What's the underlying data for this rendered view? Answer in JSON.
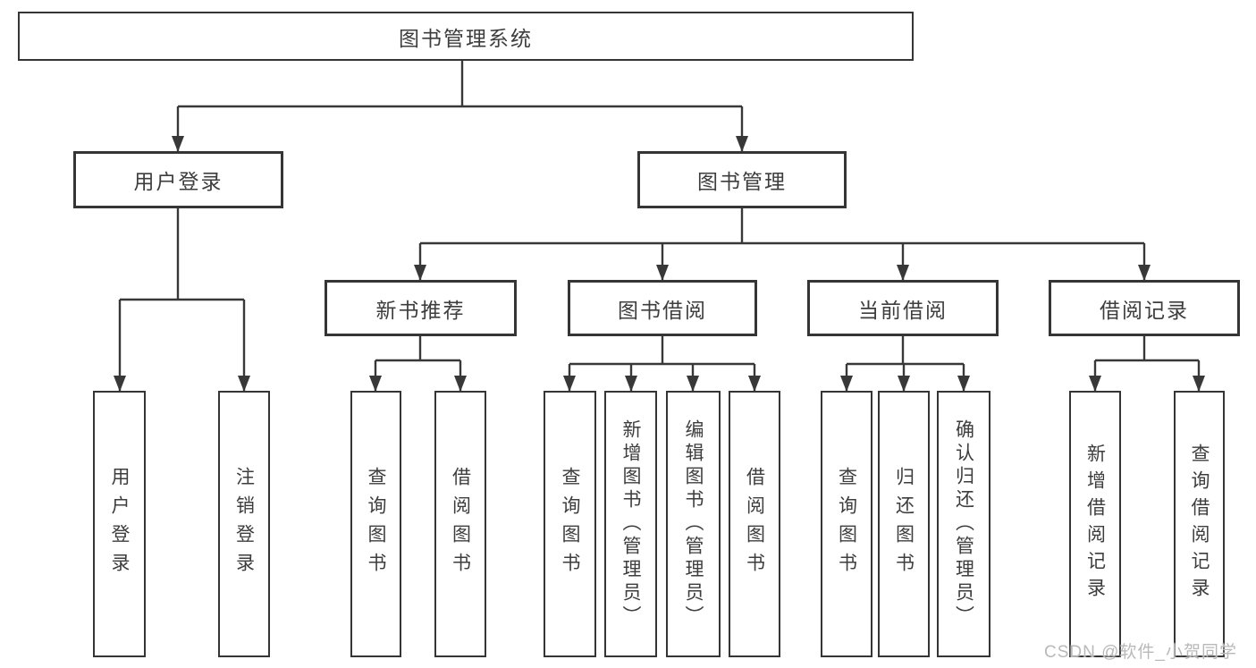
{
  "diagram": {
    "root": {
      "label": "图书管理系统"
    },
    "level2": [
      {
        "label": "用户登录"
      },
      {
        "label": "图书管理"
      }
    ],
    "level3": [
      {
        "label": "新书推荐"
      },
      {
        "label": "图书借阅"
      },
      {
        "label": "当前借阅"
      },
      {
        "label": "借阅记录"
      }
    ],
    "leaves": [
      {
        "label": "用户登录"
      },
      {
        "label": "注销登录"
      },
      {
        "label": "查询图书"
      },
      {
        "label": "借阅图书"
      },
      {
        "label": "查询图书"
      },
      {
        "label": "新增图书（管理员）"
      },
      {
        "label": "编辑图书（管理员）"
      },
      {
        "label": "借阅图书"
      },
      {
        "label": "查询图书"
      },
      {
        "label": "归还图书"
      },
      {
        "label": "确认归还（管理员）"
      },
      {
        "label": "新增借阅记录"
      },
      {
        "label": "查询借阅记录"
      }
    ]
  },
  "watermark": {
    "text": "CSDN @软件_小贺同学"
  },
  "colors": {
    "line": "#383838",
    "text": "#3d3d3d",
    "box_fill": "#ffffff",
    "background": "#ffffff",
    "watermark": "#b9b9b9"
  }
}
